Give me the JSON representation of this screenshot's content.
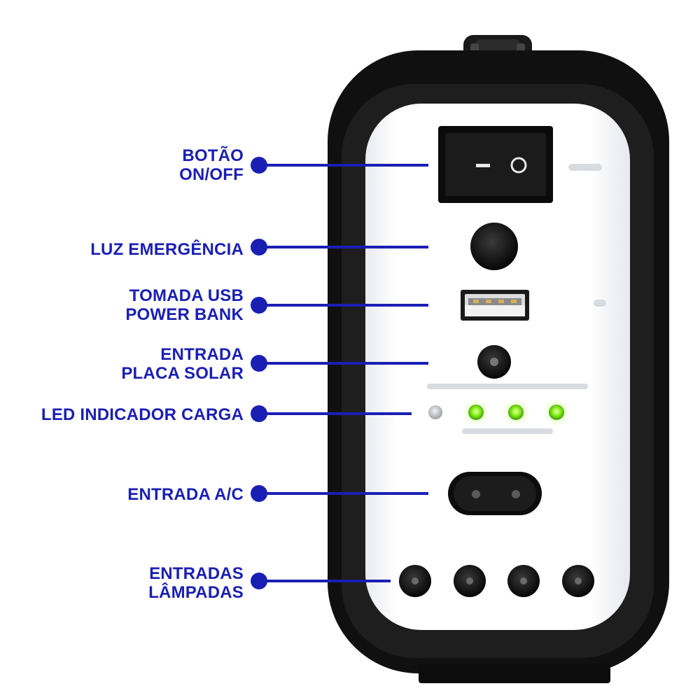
{
  "callouts": {
    "power_switch": "BOTÃO\nON/OFF",
    "emergency_light": "LUZ EMERGÊNCIA",
    "usb_port": "TOMADA USB\nPOWER BANK",
    "solar_input": "ENTRADA\nPLACA SOLAR",
    "charge_led": "LED INDICADOR CARGA",
    "ac_input": "ENTRADA A/C",
    "lamp_outputs": "ENTRADAS\nLÂMPADAS"
  },
  "charge_leds": {
    "lit": 3,
    "total": 4
  },
  "colors": {
    "callout": "#1a1fb4",
    "led_on": "#7ef01a",
    "led_off": "#c8ccd0",
    "housing": "#111111",
    "panel": "#f7f8fb"
  }
}
